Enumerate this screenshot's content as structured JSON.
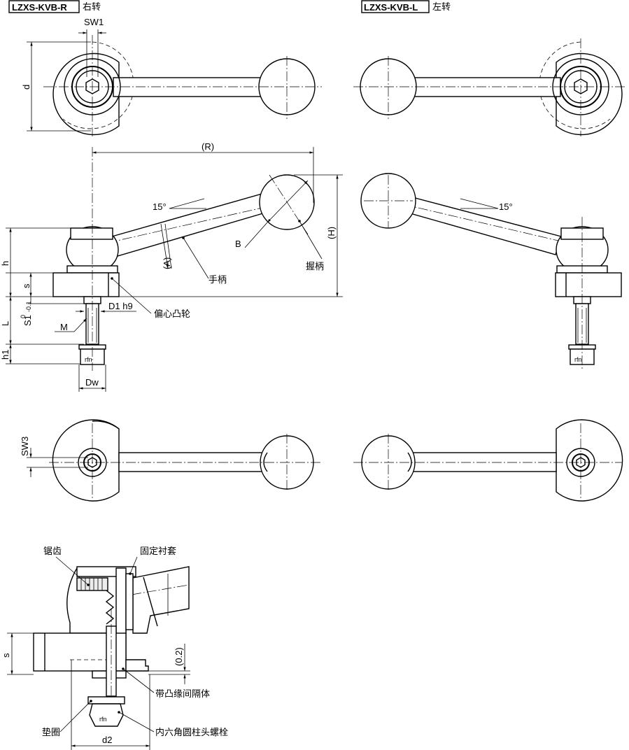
{
  "models": {
    "right": {
      "code": "LZXS-KVB-R",
      "dir": "右转"
    },
    "left": {
      "code": "LZXS-KVB-L",
      "dir": "左转"
    }
  },
  "dims": {
    "sw1": "SW1",
    "d": "d",
    "R": "(R)",
    "H": "(H)",
    "A": "(A)",
    "B": "B",
    "angle_right": "15°",
    "angle_left": "15°",
    "h": "h",
    "s": "s",
    "L": "L",
    "s1_main": "S1",
    "s1_tol_upper": "0",
    "s1_tol_lower": "-0.1",
    "D1h9": "D1 h9",
    "M": "M",
    "h1": "h1",
    "Dw": "Dw",
    "sw3": "SW3",
    "s_detail": "s",
    "gap_02": "(0.2)",
    "d2": "d2"
  },
  "callouts": {
    "handle": "手柄",
    "grip": "握柄",
    "cam": "偏心凸轮",
    "serration": "锯齿",
    "bushing": "固定衬套",
    "spacer": "带凸缘间隔体",
    "washer": "垫圈",
    "bolt": "内六角圆柱头螺栓"
  }
}
